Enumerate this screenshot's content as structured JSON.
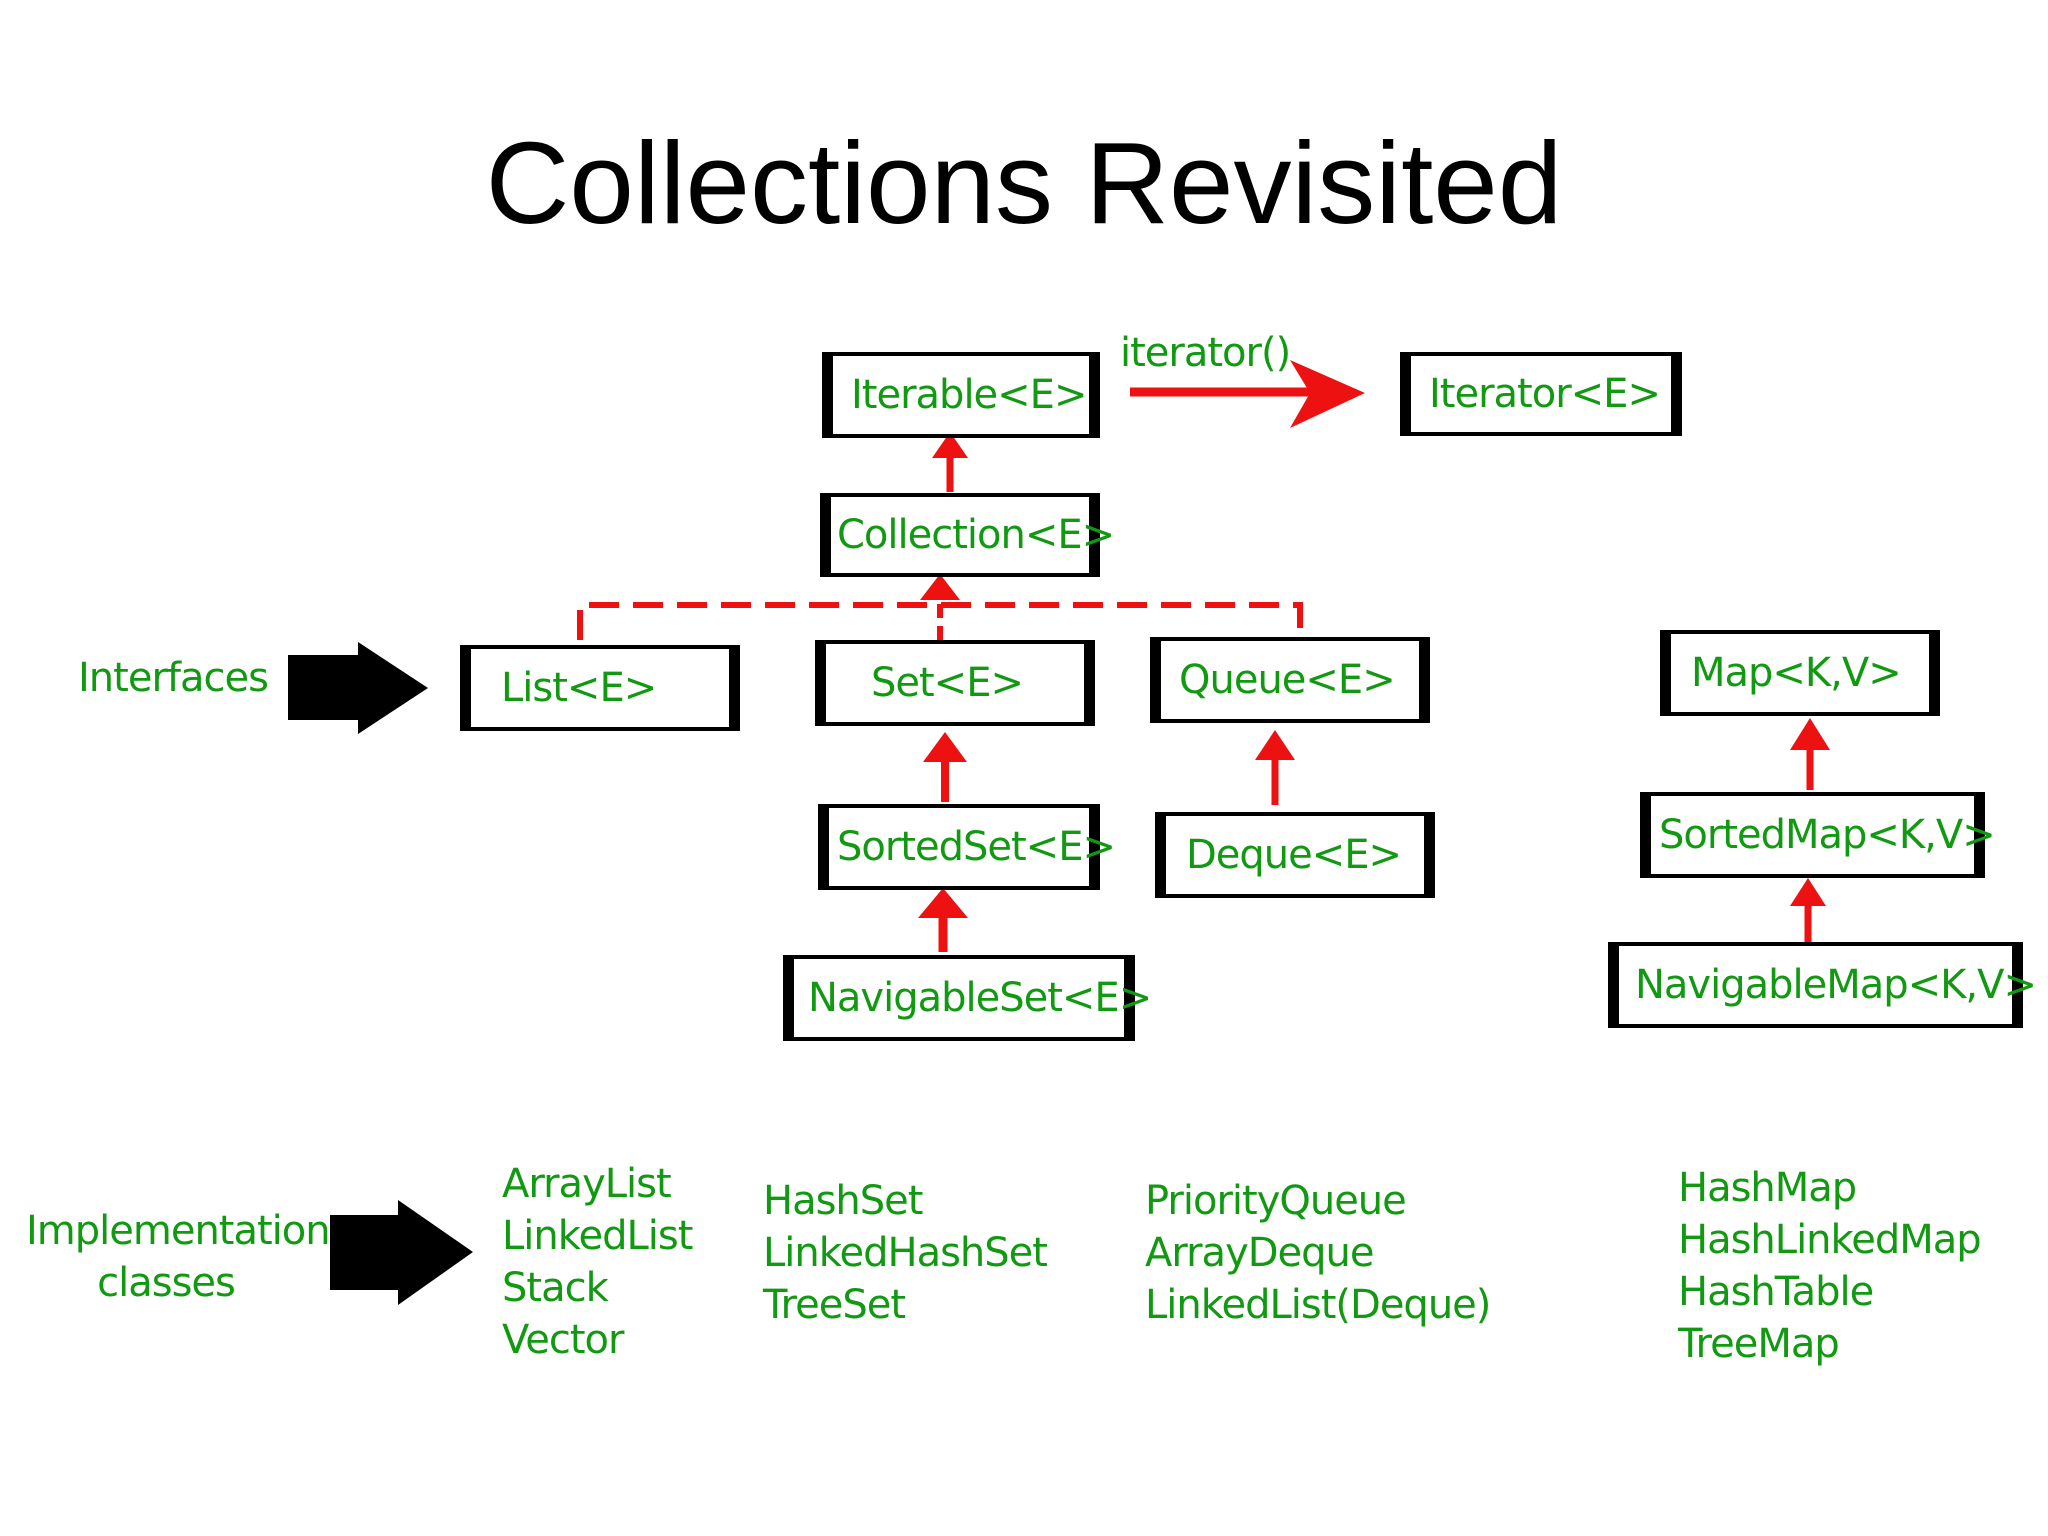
{
  "title": "Collections Revisited",
  "colors": {
    "text_green": "#129912",
    "arrow_red": "#ee1111",
    "box_border": "#000000"
  },
  "diagram": {
    "iterator_method_label": "iterator()",
    "row_labels": {
      "interfaces": "Interfaces",
      "implementation": [
        "Implementation",
        "classes"
      ]
    },
    "interfaces": {
      "iterable": "Iterable<E>",
      "iterator": "Iterator<E>",
      "collection": "Collection<E>",
      "list": "List<E>",
      "set": "Set<E>",
      "queue": "Queue<E>",
      "sorted_set": "SortedSet<E>",
      "deque": "Deque<E>",
      "navigable_set": "NavigableSet<E>",
      "map": "Map<K,V>",
      "sorted_map": "SortedMap<K,V>",
      "navigable_map": "NavigableMap<K,V>"
    },
    "implementations": {
      "list": [
        "ArrayList",
        "LinkedList",
        "Stack",
        "Vector"
      ],
      "set": [
        "HashSet",
        "LinkedHashSet",
        "TreeSet"
      ],
      "queue": [
        "PriorityQueue",
        "ArrayDeque",
        "LinkedList(Deque)"
      ],
      "map": [
        "HashMap",
        "HashLinkedMap",
        "HashTable",
        "TreeMap"
      ]
    }
  }
}
